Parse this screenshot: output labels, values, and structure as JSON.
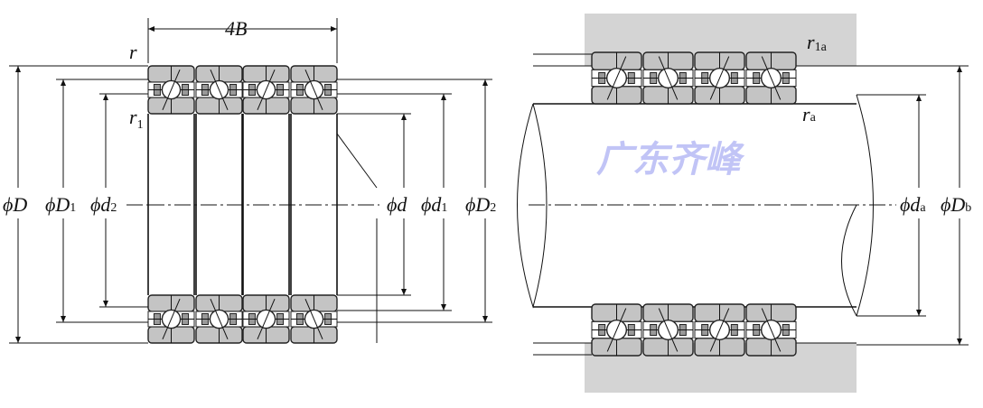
{
  "left_figure": {
    "width_label": "4B",
    "r_label": "r",
    "r1_label": "r",
    "r1_sub": "1",
    "D_label": "ϕD",
    "D1_label": "ϕD",
    "D1_sub": "1",
    "d2_label": "ϕd",
    "d2_sub": "2",
    "d_label": "ϕd",
    "d1_label": "ϕd",
    "d1_sub": "1",
    "D2_label": "ϕD",
    "D2_sub": "2"
  },
  "right_figure": {
    "r1a_label": "r",
    "r1a_sub": "1a",
    "ra_label": "r",
    "ra_sub": "a",
    "da_label": "ϕd",
    "da_sub": "a",
    "Db_label": "ϕD",
    "Db_sub": "b"
  },
  "watermark": "广东齐峰",
  "colors": {
    "housing": "#d4d4d4",
    "ring": "#c4c4c4",
    "watermark": "#8f94f0"
  }
}
